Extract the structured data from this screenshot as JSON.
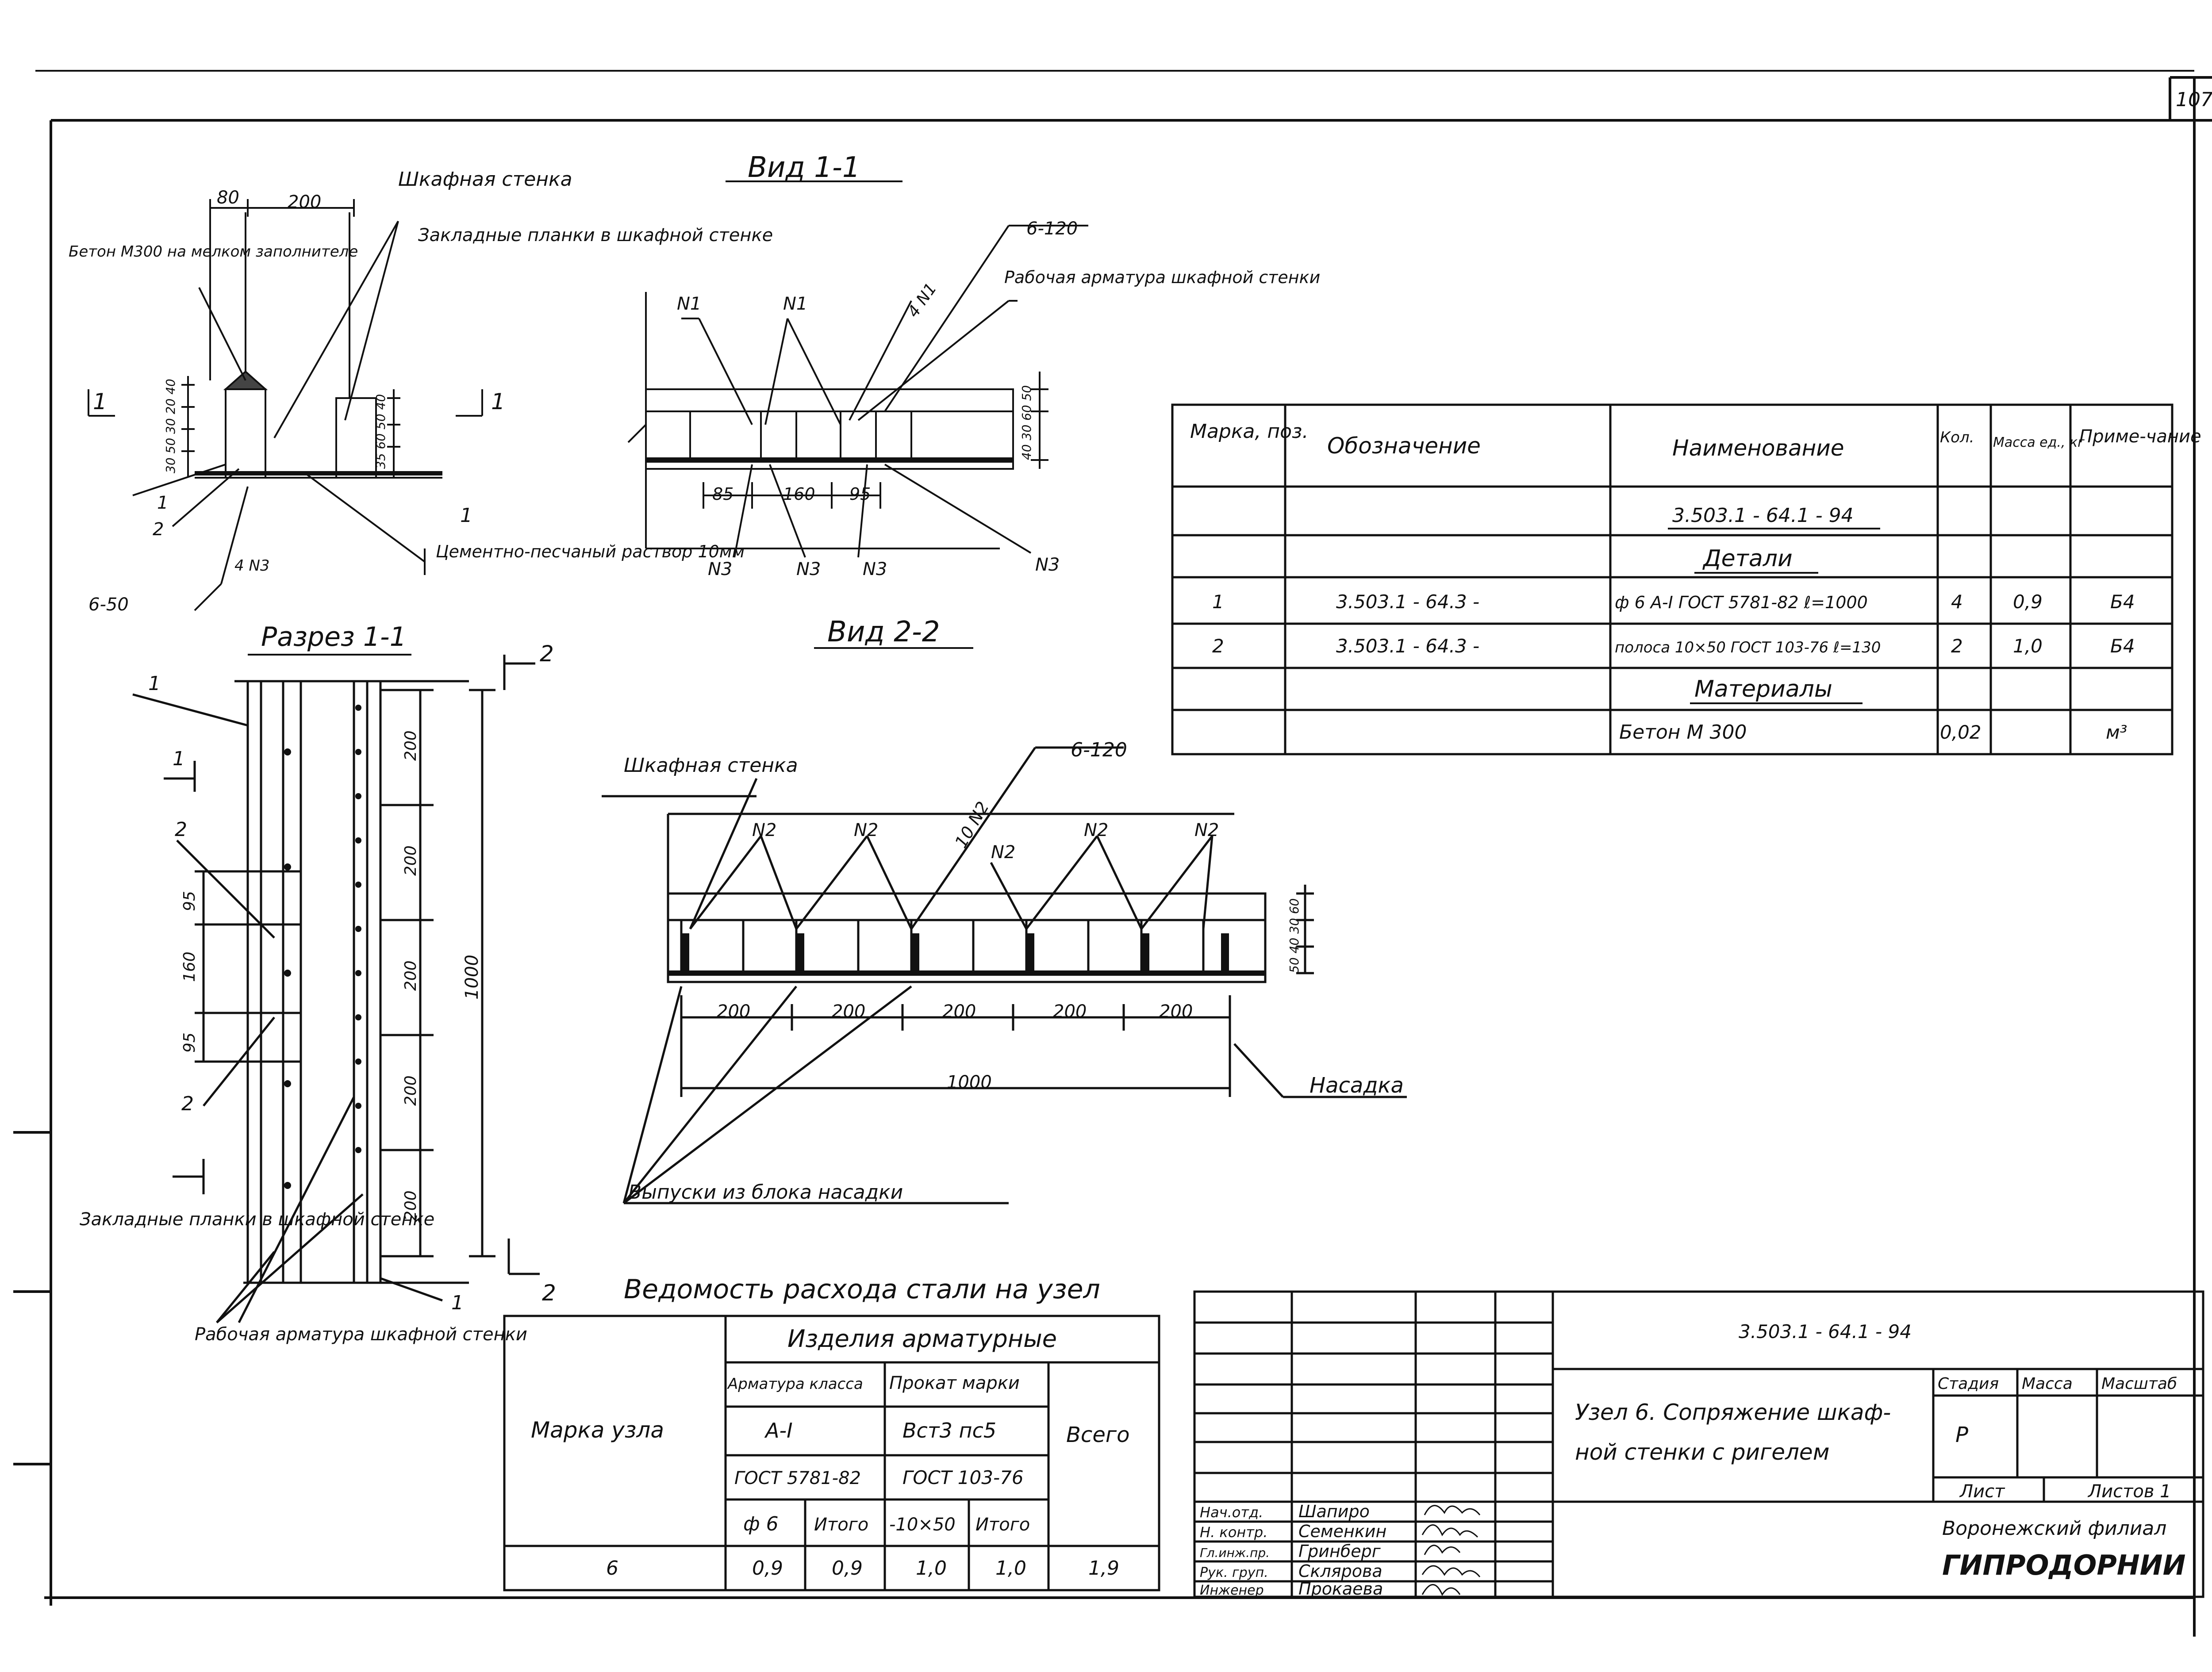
{
  "sheet_number": "107",
  "views": {
    "left_section_title": "Шкафная стенка",
    "left_labels": {
      "dim_80": "80",
      "dim_200": "200",
      "concrete": "Бетон М300 на мелком заполнителе",
      "embedded": "Закладные планки в шкафной стенке",
      "cut_mark_1": "1",
      "pos_1": "1",
      "pos_2": "2",
      "n3": "4 N3",
      "weld": "6-50",
      "mortar": "Цементно-песчаный раствор 10мм",
      "dims_vertical": "30 50 30 20 40",
      "dims_vertical_right": "35 60 50 40"
    },
    "view11_title": "Вид 1-1",
    "view11_labels": {
      "weld": "6-120",
      "n1a": "N1",
      "n1b": "N1",
      "n1c": "4 N1",
      "working_rebar": "Рабочая арматура шкафной стенки",
      "dim_85": "85",
      "dim_160": "160",
      "dim_95": "95",
      "n3a": "N3",
      "n3b": "N3",
      "n3c": "N3",
      "n3d": "N3",
      "dims_right": "40 30 60 50"
    },
    "section11_title": "Разрез 1-1",
    "section11_labels": {
      "mark2": "2",
      "pos1": "1",
      "pos2a": "2",
      "pos2b": "2",
      "cut1": "1",
      "dim95a": "95",
      "dim160": "160",
      "dim95b": "95",
      "dims200": [
        "200",
        "200",
        "200",
        "200",
        "200"
      ],
      "dim1000": "1000",
      "embedded": "Закладные планки в шкафной стенке",
      "working": "Рабочая арматура шкафной стенки",
      "pos1_bottom": "1",
      "mark2_bottom": "2"
    },
    "view22_title": "Вид 2-2",
    "view22_labels": {
      "wall": "Шкафная стенка",
      "weld": "6-120",
      "n2": [
        "N2",
        "N2",
        "10 N2",
        "N2",
        "N2",
        "N2"
      ],
      "dims200": [
        "200",
        "200",
        "200",
        "200",
        "200"
      ],
      "dim1000": "1000",
      "nasadka": "Насадка",
      "vypuski": "Выпуски из блока насадки",
      "dims_right": "50 40 30 60"
    }
  },
  "spec_table": {
    "headers": [
      "Марка, поз.",
      "Обозначение",
      "Наименование",
      "Кол.",
      "Масса ед., кг",
      "Приме-чание"
    ],
    "rows": [
      [
        "",
        "",
        "3.503.1 - 64.1 - 94",
        "",
        "",
        ""
      ],
      [
        "",
        "",
        "Детали",
        "",
        "",
        ""
      ],
      [
        "1",
        "3.503.1 - 64.3 -",
        "ф 6 А-I ГОСТ 5781-82 ℓ=1000",
        "4",
        "0,9",
        "Б4"
      ],
      [
        "2",
        "3.503.1 - 64.3 -",
        "полоса 10×50 ГОСТ 103-76 ℓ=130",
        "2",
        "1,0",
        "Б4"
      ],
      [
        "",
        "",
        "Материалы",
        "",
        "",
        ""
      ],
      [
        "",
        "",
        "Бетон М 300",
        "0,02",
        "",
        "м³"
      ]
    ]
  },
  "steel_table": {
    "title": "Ведомость расхода стали на узел",
    "mark_header": "Марка узла",
    "group_header": "Изделия арматурные",
    "rebar_class": "Арматура класса",
    "rolled_mark": "Прокат марки",
    "total_header": "Всего",
    "class_value": "А-I",
    "rolled_value": "Вст3 пс5",
    "gost1": "ГОСТ 5781-82",
    "gost2": "ГОСТ 103-76",
    "d6": "ф 6",
    "itogo1": "Итого",
    "strip": "-10×50",
    "itogo2": "Итого",
    "row": [
      "6",
      "0,9",
      "0,9",
      "1,0",
      "1,0",
      "1,9"
    ]
  },
  "title_block": {
    "code": "3.503.1 - 64.1 - 94",
    "name_line1": "Узел 6. Сопряжение шкаф-",
    "name_line2": "ной стенки с ригелем",
    "stage_header": "Стадия",
    "mass_header": "Масса",
    "scale_header": "Масштаб",
    "stage_value": "Р",
    "sheet_label": "Лист",
    "sheets_label": "Листов 1",
    "org_line1": "Воронежский филиал",
    "org_line2": "ГИПРОДОРНИИ",
    "staff": [
      {
        "role": "Нач.отд.",
        "name": "Шапиро"
      },
      {
        "role": "Н. контр.",
        "name": "Семенкин"
      },
      {
        "role": "Гл.инж.пр.",
        "name": "Гринберг"
      },
      {
        "role": "Рук. груп.",
        "name": "Склярова"
      },
      {
        "role": "Инженер",
        "name": "Прокаева"
      }
    ]
  }
}
